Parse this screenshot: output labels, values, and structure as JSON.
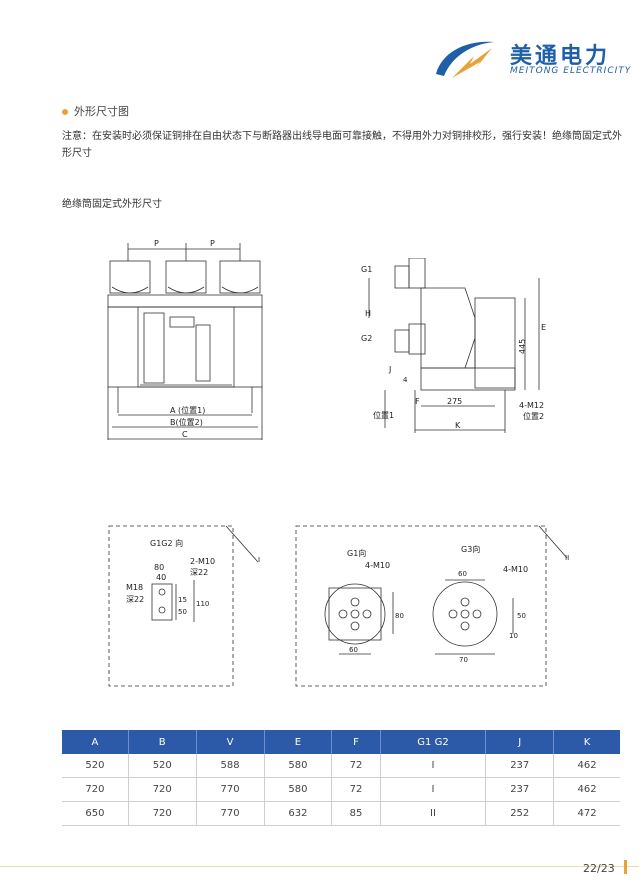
{
  "header": {
    "brand_cn": "美通电力",
    "brand_en": "MEITONG ELECTRICITY"
  },
  "section": {
    "title": "外形尺寸图",
    "note": "注意：在安装时必须保证铜排在自由状态下与断路器出线导电面可靠接触，不得用外力对铜排校形，强行安装！绝缘筒固定式外形尺寸",
    "subtitle": "绝缘筒固定式外形尺寸"
  },
  "front_view": {
    "p1": "P",
    "p2": "P",
    "dim_a": "A (位置1)",
    "dim_b": "B(位置2)",
    "dim_c": "C"
  },
  "side_view": {
    "g1": "G1",
    "g2": "G2",
    "h": "H",
    "j": "J",
    "four": "4",
    "f": "F",
    "d275": "275",
    "d445": "445",
    "e": "E",
    "m12": "4-M12",
    "pos1": "位置1",
    "pos2": "位置2",
    "k": "K"
  },
  "detail_i": {
    "title": "G1G2 向",
    "m10": "2-M10",
    "deep22a": "深22",
    "d80": "80",
    "d40": "40",
    "m18": "M18",
    "deep22b": "深22",
    "d15": "15",
    "d50": "50",
    "d110": "110",
    "mark": "I"
  },
  "detail_ii": {
    "g1_title": "G1向",
    "g3_title": "G3向",
    "m10_left": "4-M10",
    "m10_right": "4-M10",
    "d80": "80",
    "d60_left": "60",
    "d60_right": "60",
    "d50": "50",
    "d10": "10",
    "d70": "70",
    "mark": "II"
  },
  "table": {
    "headers": [
      "A",
      "B",
      "V",
      "E",
      "F",
      "G1 G2",
      "J",
      "K"
    ],
    "rows": [
      [
        "520",
        "520",
        "588",
        "580",
        "72",
        "I",
        "237",
        "462"
      ],
      [
        "720",
        "720",
        "770",
        "580",
        "72",
        "I",
        "237",
        "462"
      ],
      [
        "650",
        "720",
        "770",
        "632",
        "85",
        "II",
        "252",
        "472"
      ]
    ]
  },
  "footer": {
    "page": "22/23"
  },
  "colors": {
    "brand_blue": "#1f5fa8",
    "accent_orange": "#e8a23a",
    "table_header": "#2c5aa8"
  }
}
